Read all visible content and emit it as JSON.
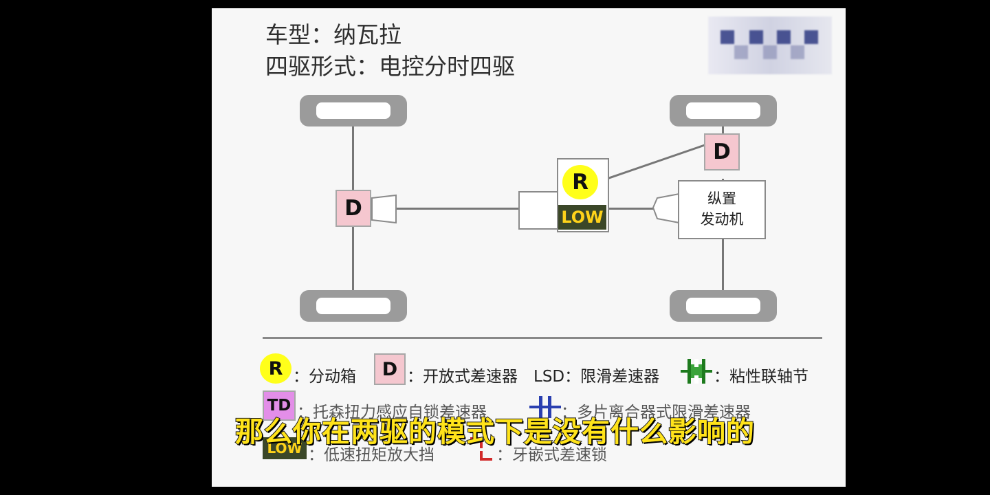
{
  "header": {
    "model": "车型：纳瓦拉",
    "drive_type": "四驱形式：电控分时四驱"
  },
  "diagram": {
    "rear_diff": "D",
    "front_diff": "D",
    "transfer_case": "R",
    "low_badge": "LOW",
    "engine_line1": "纵置",
    "engine_line2": "发动机"
  },
  "legend": {
    "transfer_symbol": "R",
    "transfer_label": "：分动箱",
    "open_diff_symbol": "D",
    "open_diff_label": "：开放式差速器",
    "lsd_label": "LSD：限滑差速器",
    "viscous_label": "：粘性联轴节",
    "td_symbol": "TD",
    "td_label": "：托森扭力感应自锁差速器",
    "multi_plate_label": "：多片离合器式限滑差速器",
    "low_symbol": "LOW",
    "low_label": "：低速扭矩放大挡",
    "lock_label": "：牙嵌式差速锁"
  },
  "caption": "那么你在两驱的模式下是没有什么影响的",
  "colors": {
    "diff_fill": "#f5c7cf",
    "transfer_fill": "#ffff1a",
    "low_bg": "#3b4728",
    "low_text": "#ffd31a",
    "caption": "#ffe31a"
  }
}
